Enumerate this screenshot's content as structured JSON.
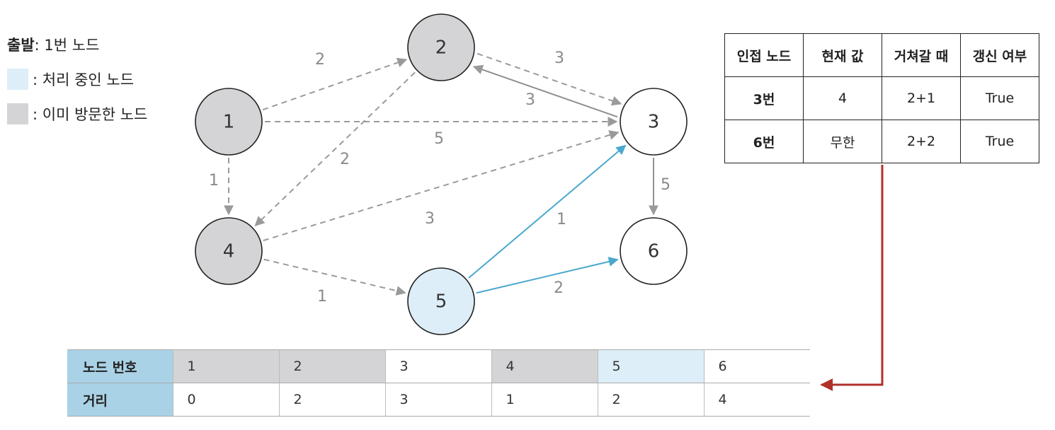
{
  "legend": {
    "start_label": "출발",
    "start_value": ": 1번 노드",
    "processing_label": ": 처리 중인 노드",
    "visited_label": ": 이미 방문한 노드"
  },
  "graph": {
    "nodes": [
      {
        "id": "1",
        "state": "visited"
      },
      {
        "id": "2",
        "state": "visited"
      },
      {
        "id": "3",
        "state": "unvisited"
      },
      {
        "id": "4",
        "state": "visited"
      },
      {
        "id": "5",
        "state": "processing"
      },
      {
        "id": "6",
        "state": "unvisited"
      }
    ],
    "edges": [
      {
        "from": "1",
        "to": "2",
        "weight": "2",
        "style": "dashed"
      },
      {
        "from": "1",
        "to": "3",
        "weight": "5",
        "style": "dashed"
      },
      {
        "from": "1",
        "to": "4",
        "weight": "1",
        "style": "dashed"
      },
      {
        "from": "2",
        "to": "3",
        "weight": "3",
        "style": "dashed"
      },
      {
        "from": "3",
        "to": "2",
        "weight": "3",
        "style": "solid"
      },
      {
        "from": "2",
        "to": "4",
        "weight": "2",
        "style": "dashed"
      },
      {
        "from": "4",
        "to": "3",
        "weight": "3",
        "style": "dashed"
      },
      {
        "from": "4",
        "to": "5",
        "weight": "1",
        "style": "dashed"
      },
      {
        "from": "5",
        "to": "3",
        "weight": "1",
        "style": "active"
      },
      {
        "from": "5",
        "to": "6",
        "weight": "2",
        "style": "active"
      },
      {
        "from": "3",
        "to": "6",
        "weight": "5",
        "style": "solid"
      }
    ]
  },
  "update_table": {
    "headers": [
      "인접 노드",
      "현재 값",
      "거쳐갈 때",
      "갱신 여부"
    ],
    "rows": [
      [
        "3번",
        "4",
        "2+1",
        "True"
      ],
      [
        "6번",
        "무한",
        "2+2",
        "True"
      ]
    ]
  },
  "distance_table": {
    "row_headers": [
      "노드 번호",
      "거리"
    ],
    "nodes": [
      "1",
      "2",
      "3",
      "4",
      "5",
      "6"
    ],
    "distances": [
      "0",
      "2",
      "3",
      "1",
      "2",
      "4"
    ],
    "states": [
      "visited",
      "visited",
      "unvisited",
      "visited",
      "processing",
      "unvisited"
    ]
  },
  "colors": {
    "visited_fill": "#d4d4d6",
    "processing_fill": "#ddeef8",
    "active_edge": "#4aa8cc",
    "dashed_edge": "#9a9a9a",
    "solid_edge": "#8f8f8f",
    "update_arrow": "#b0302a",
    "head_cell": "#a9d2e6"
  }
}
